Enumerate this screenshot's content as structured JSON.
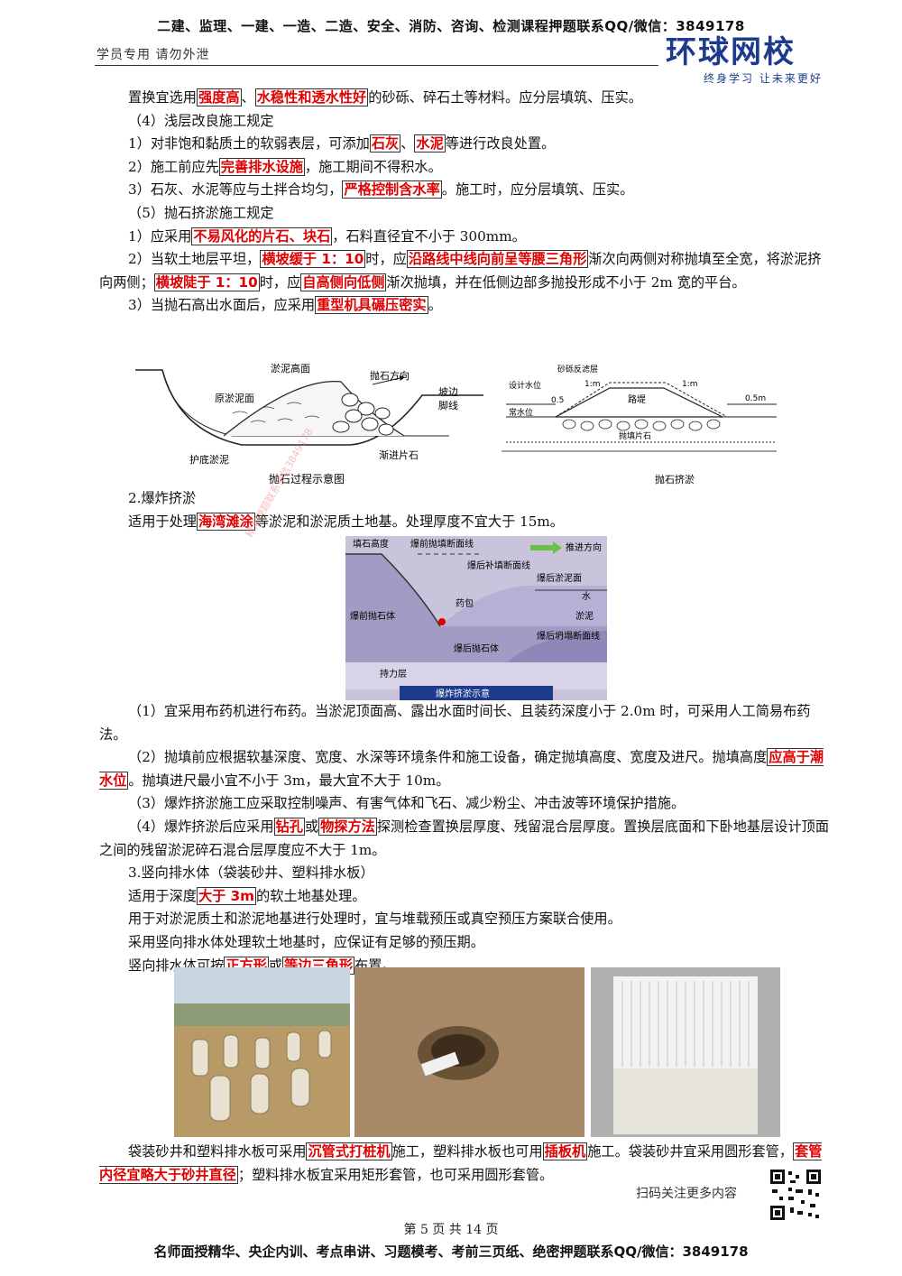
{
  "header": {
    "top_banner": "二建、监理、一建、一造、二造、安全、消防、咨询、检测课程押题联系QQ/微信：3849178",
    "left_note": "学员专用 请勿外泄",
    "logo_main": "环球网校",
    "logo_slogan": "终身学习 让未来更好"
  },
  "body": {
    "p1": [
      "置换宜选用",
      "强度高",
      "、",
      "水稳性和透水性好",
      "的砂砾、碎石土等材料。应分层填筑、压实。"
    ],
    "h4": "（4）浅层改良施工规定",
    "p4_1": [
      "1）对非饱和黏质土的软弱表层，可添加",
      "石灰",
      "、",
      "水泥",
      "等进行改良处置。"
    ],
    "p4_2": [
      "2）施工前应先",
      "完善排水设施",
      "，施工期间不得积水。"
    ],
    "p4_3": [
      "3）石灰、水泥等应与土拌合均匀，",
      "严格控制含水率",
      "。施工时，应分层填筑、压实。"
    ],
    "h5": "（5）抛石挤淤施工规定",
    "p5_1": [
      "1）应采用",
      "不易风化的片石、块石",
      "，石料直径宜不小于 300mm。"
    ],
    "p5_2": [
      "2）当软土地层平坦，",
      "横坡缓于 1：10",
      "时，应",
      "沿路线中线向前呈等腰三角形",
      "渐次向两侧对称抛填至全宽，将淤泥挤向两侧；",
      "横坡陡于 1：10",
      "时，应",
      "自高侧向低侧",
      "渐次抛填，并在低侧边部多抛投形成不小于 2m 宽的平台。"
    ],
    "p5_3": [
      "3）当抛石高出水面后，应采用",
      "重型机具碾压密实",
      "。"
    ],
    "s2_title": "2.爆炸挤淤",
    "s2_p": [
      "适用于处理",
      "海湾滩涂",
      "等淤泥和淤泥质土地基。处理厚度不宜大于 15m。"
    ],
    "b1": "（1）宜采用布药机进行布药。当淤泥顶面高、露出水面时间长、且装药深度小于 2.0m 时，可采用人工简易布药法。",
    "b2": [
      "（2）抛填前应根据软基深度、宽度、水深等环境条件和施工设备，确定抛填高度、宽度及进尺。抛填高度",
      "应高于潮水位",
      "。抛填进尺最小宜不小于 3m，最大宜不大于 10m。"
    ],
    "b3": "（3）爆炸挤淤施工应采取控制噪声、有害气体和飞石、减少粉尘、冲击波等环境保护措施。",
    "b4": [
      "（4）爆炸挤淤后应采用",
      "钻孔",
      "或",
      "物探方法",
      "探测检查置换层厚度、残留混合层厚度。置换层底面和下卧地基层设计顶面之间的残留淤泥碎石混合层厚度应不大于 1m。"
    ],
    "s3_title": "3.竖向排水体（袋装砂井、塑料排水板）",
    "s3_p1": [
      "适用于深度",
      "大于 3m",
      "的软土地基处理。"
    ],
    "s3_p2": "用于对淤泥质土和淤泥地基进行处理时，宜与堆载预压或真空预压方案联合使用。",
    "s3_p3": "采用竖向排水体处理软土地基时，应保证有足够的预压期。",
    "s3_p4": [
      "竖向排水体可按",
      "正方形",
      "或",
      "等边三角形",
      "布置。"
    ],
    "last": [
      "袋装砂井和塑料排水板可采用",
      "沉管式打桩机",
      "施工，塑料排水板也可用",
      "插板机",
      "施工。袋装砂井宜采用圆形套管，",
      "套管内径宜略大于砂井直径",
      "；塑料排水板宜采用矩形套管，也可采用圆形套管。"
    ]
  },
  "figures": {
    "fig1": {
      "caption": "抛石过程示意图",
      "labels": {
        "silt_top": "淤泥高面",
        "dir": "抛石方向",
        "orig": "原淤泥面",
        "toe": "坡边",
        "toe2": "脚线",
        "bottom": "护底淤泥",
        "stones": "渐进片石"
      }
    },
    "fig2": {
      "caption": "抛石挤淤",
      "labels": {
        "filter": "砂砾反滤层",
        "design": "设计水位",
        "normal": "常水位",
        "embank": "路堤",
        "fill": "抛填片石",
        "d1": "0.5",
        "d2": "0.5m",
        "s1": "1:m",
        "s2": "1:m"
      }
    },
    "fig3": {
      "caption": "爆炸挤淤示意",
      "labels": {
        "height": "填石高度",
        "l1": "爆前抛填断面线",
        "dir": "推进方向",
        "l2": "爆后补填断面线",
        "l3": "爆后淤泥面",
        "water": "水",
        "charge": "药包",
        "silt": "淤泥",
        "pre": "爆前抛石体",
        "post": "爆后抛石体",
        "l4": "爆后坍塌断面线",
        "bear": "持力层"
      }
    }
  },
  "footer": {
    "scan": "扫码关注更多内容",
    "page": "第 5 页 共 14 页",
    "bottom_banner": "名师面授精华、央企内训、考点串讲、习题模考、考前三页纸、绝密押题联系QQ/微信：3849178"
  },
  "watermark": "精准押题联系微信3849178"
}
